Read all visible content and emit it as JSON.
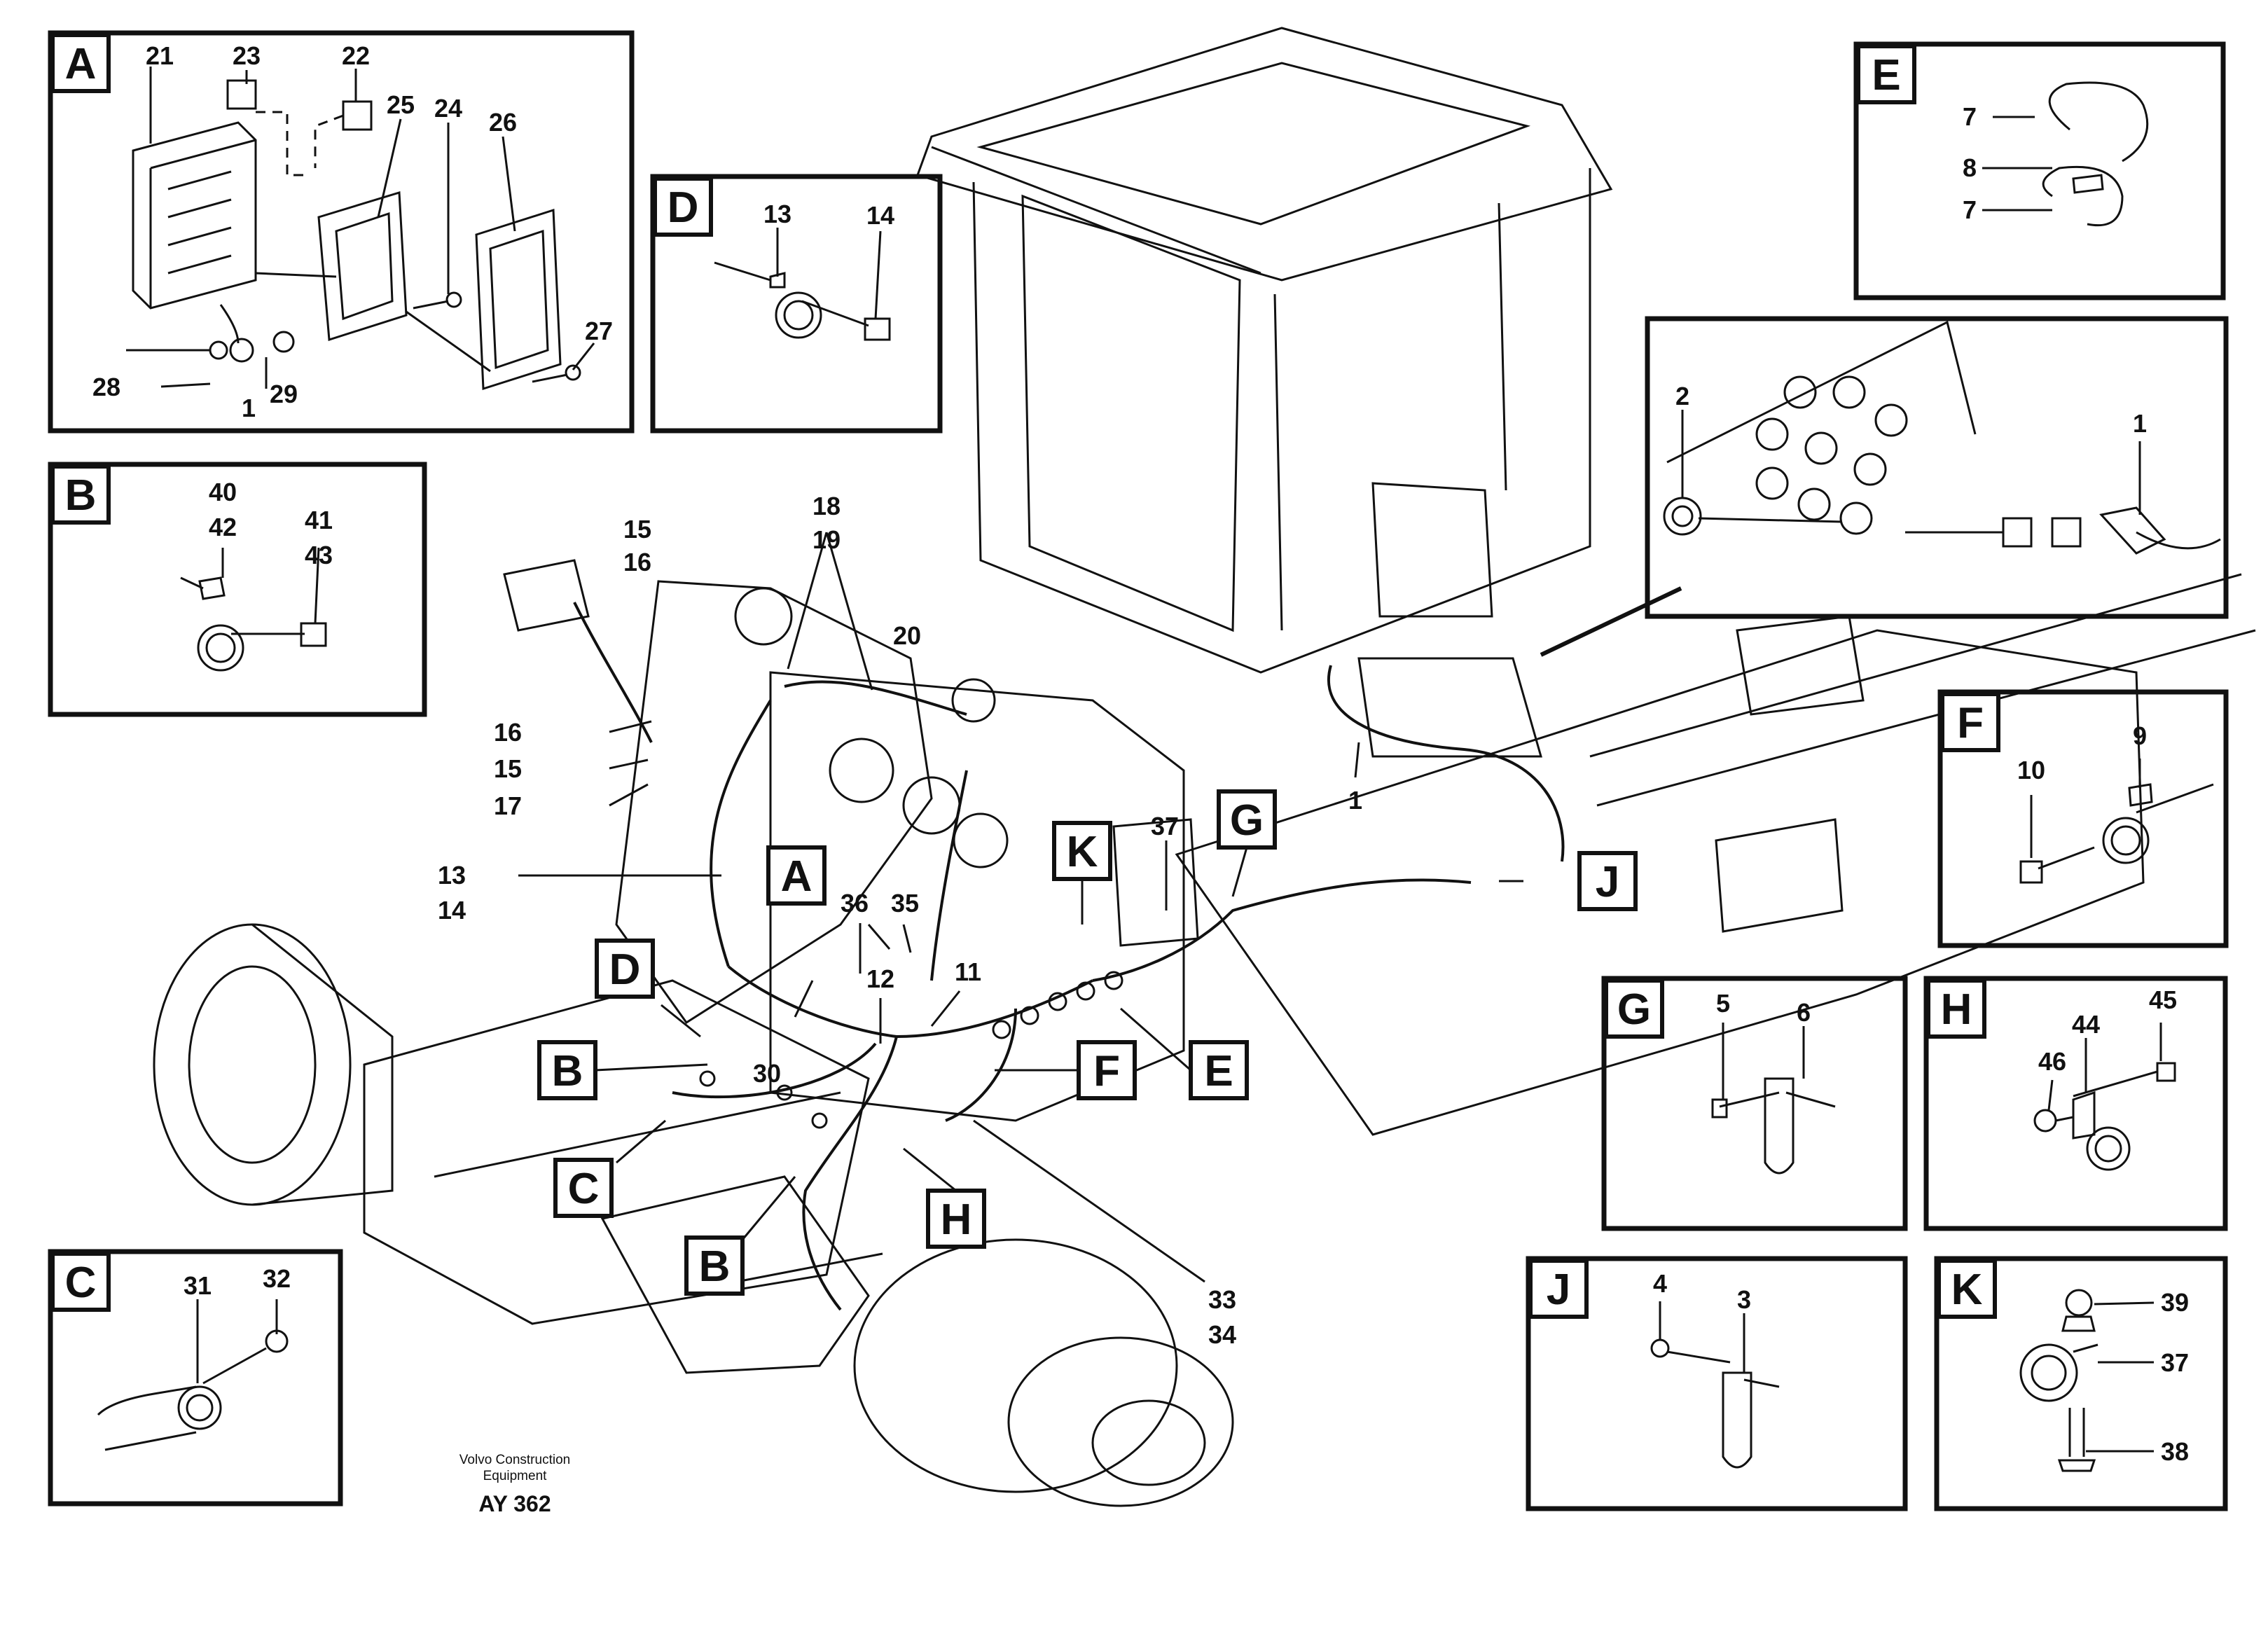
{
  "diagram": {
    "panel_letters": [
      "A",
      "B",
      "C",
      "D",
      "E",
      "F",
      "G",
      "H",
      "J",
      "K"
    ],
    "panel_A_parts": [
      "21",
      "23",
      "22",
      "25",
      "24",
      "26",
      "27",
      "28",
      "1",
      "29"
    ],
    "panel_B_parts": [
      "40",
      "42",
      "41",
      "43"
    ],
    "panel_C_parts": [
      "31",
      "32"
    ],
    "panel_D_parts": [
      "13",
      "14"
    ],
    "panel_E_parts": [
      "7",
      "8",
      "7"
    ],
    "panel_F_parts": [
      "10",
      "9"
    ],
    "panel_G_parts": [
      "5",
      "6"
    ],
    "panel_H_parts": [
      "45",
      "46",
      "44"
    ],
    "panel_J_parts": [
      "4",
      "3"
    ],
    "panel_K_parts": [
      "39",
      "37",
      "38"
    ],
    "panel_detail_parts": [
      "2",
      "1"
    ],
    "main_callouts": [
      "15",
      "16",
      "18",
      "19",
      "20",
      "16",
      "15",
      "17",
      "13",
      "14",
      "1",
      "37",
      "36",
      "35",
      "12",
      "11",
      "30",
      "33",
      "34"
    ],
    "main_letters": [
      "A",
      "D",
      "B",
      "C",
      "B",
      "F",
      "E",
      "H",
      "G",
      "K",
      "J"
    ],
    "credit_line1": "Volvo Construction",
    "credit_line2": "Equipment",
    "drawing_code": "AY 362"
  }
}
